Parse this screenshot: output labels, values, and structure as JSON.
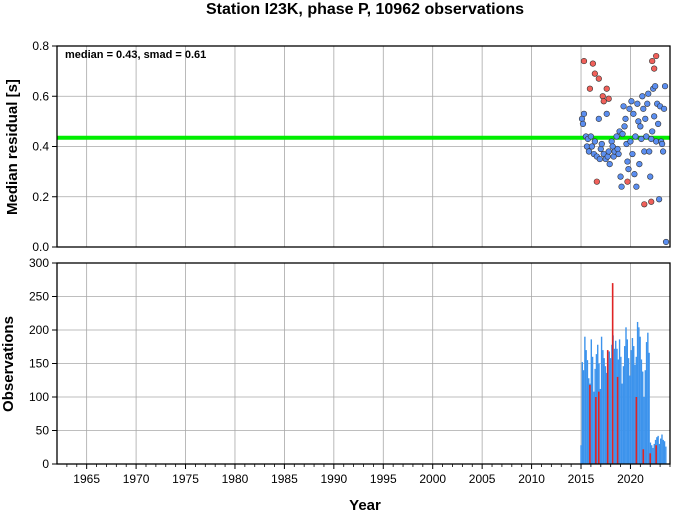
{
  "chart_data": [
    {
      "type": "scatter",
      "title": "Station I23K, phase P, 10962 observations",
      "ylabel": "Median residual [s]",
      "xlim": [
        1962,
        2024
      ],
      "ylim": [
        0.0,
        0.8
      ],
      "yticks": [
        "0.0",
        "0.2",
        "0.4",
        "0.6",
        "0.8"
      ],
      "grid": true,
      "annotation": "median = 0.43, smad = 0.61",
      "median_line": 0.435,
      "colors": {
        "normal": "#5b8ef0",
        "outlier": "#f0605a",
        "median": "#00ee00"
      },
      "series": [
        {
          "kind": "normal",
          "points": [
            [
              2015.1,
              0.51
            ],
            [
              2015.2,
              0.49
            ],
            [
              2015.3,
              0.53
            ],
            [
              2015.5,
              0.44
            ],
            [
              2015.6,
              0.4
            ],
            [
              2015.7,
              0.43
            ],
            [
              2015.8,
              0.38
            ],
            [
              2016.0,
              0.44
            ],
            [
              2016.1,
              0.4
            ],
            [
              2016.3,
              0.37
            ],
            [
              2016.4,
              0.42
            ],
            [
              2016.6,
              0.36
            ],
            [
              2016.8,
              0.51
            ],
            [
              2016.9,
              0.35
            ],
            [
              2017.0,
              0.39
            ],
            [
              2017.1,
              0.41
            ],
            [
              2017.3,
              0.37
            ],
            [
              2017.5,
              0.35
            ],
            [
              2017.6,
              0.53
            ],
            [
              2017.7,
              0.36
            ],
            [
              2017.8,
              0.38
            ],
            [
              2017.9,
              0.33
            ],
            [
              2018.1,
              0.42
            ],
            [
              2018.2,
              0.4
            ],
            [
              2018.3,
              0.36
            ],
            [
              2018.4,
              0.38
            ],
            [
              2018.6,
              0.44
            ],
            [
              2018.7,
              0.39
            ],
            [
              2018.8,
              0.37
            ],
            [
              2018.9,
              0.46
            ],
            [
              2019.0,
              0.28
            ],
            [
              2019.1,
              0.24
            ],
            [
              2019.2,
              0.45
            ],
            [
              2019.3,
              0.56
            ],
            [
              2019.4,
              0.48
            ],
            [
              2019.5,
              0.51
            ],
            [
              2019.6,
              0.41
            ],
            [
              2019.7,
              0.34
            ],
            [
              2019.8,
              0.31
            ],
            [
              2019.9,
              0.55
            ],
            [
              2020.0,
              0.42
            ],
            [
              2020.1,
              0.58
            ],
            [
              2020.2,
              0.37
            ],
            [
              2020.3,
              0.53
            ],
            [
              2020.4,
              0.29
            ],
            [
              2020.5,
              0.44
            ],
            [
              2020.6,
              0.24
            ],
            [
              2020.7,
              0.57
            ],
            [
              2020.8,
              0.5
            ],
            [
              2020.9,
              0.33
            ],
            [
              2021.0,
              0.48
            ],
            [
              2021.1,
              0.43
            ],
            [
              2021.2,
              0.6
            ],
            [
              2021.3,
              0.55
            ],
            [
              2021.4,
              0.38
            ],
            [
              2021.5,
              0.51
            ],
            [
              2021.6,
              0.44
            ],
            [
              2021.7,
              0.57
            ],
            [
              2021.8,
              0.61
            ],
            [
              2021.9,
              0.38
            ],
            [
              2022.0,
              0.28
            ],
            [
              2022.1,
              0.43
            ],
            [
              2022.2,
              0.46
            ],
            [
              2022.3,
              0.63
            ],
            [
              2022.4,
              0.52
            ],
            [
              2022.5,
              0.64
            ],
            [
              2022.6,
              0.42
            ],
            [
              2022.7,
              0.57
            ],
            [
              2022.8,
              0.49
            ],
            [
              2022.9,
              0.19
            ],
            [
              2023.0,
              0.56
            ],
            [
              2023.1,
              0.42
            ],
            [
              2023.2,
              0.41
            ],
            [
              2023.3,
              0.38
            ],
            [
              2023.4,
              0.55
            ],
            [
              2023.5,
              0.64
            ],
            [
              2023.6,
              0.02
            ]
          ]
        },
        {
          "kind": "outlier",
          "points": [
            [
              2015.3,
              0.74
            ],
            [
              2015.9,
              0.63
            ],
            [
              2016.2,
              0.73
            ],
            [
              2016.4,
              0.69
            ],
            [
              2016.6,
              0.26
            ],
            [
              2016.8,
              0.67
            ],
            [
              2017.2,
              0.6
            ],
            [
              2017.3,
              0.58
            ],
            [
              2017.6,
              0.63
            ],
            [
              2017.8,
              0.59
            ],
            [
              2019.7,
              0.26
            ],
            [
              2021.4,
              0.17
            ],
            [
              2022.1,
              0.18
            ],
            [
              2022.2,
              0.74
            ],
            [
              2022.4,
              0.71
            ],
            [
              2022.6,
              0.76
            ]
          ]
        }
      ]
    },
    {
      "type": "bar",
      "xlabel": "Year",
      "ylabel": "Observations",
      "xlim": [
        1962,
        2024
      ],
      "ylim": [
        0,
        300
      ],
      "yticks": [
        "0",
        "50",
        "100",
        "150",
        "200",
        "250",
        "300"
      ],
      "xticks": [
        "1965",
        "1970",
        "1975",
        "1980",
        "1985",
        "1990",
        "1995",
        "2000",
        "2005",
        "2010",
        "2015",
        "2020"
      ],
      "grid": true,
      "colors": {
        "bars": "#3c93ec",
        "outlier_bars": "#e02424"
      },
      "bars": {
        "x": [
          2015.0,
          2015.13,
          2015.26,
          2015.39,
          2015.52,
          2015.65,
          2015.78,
          2015.91,
          2016.04,
          2016.17,
          2016.3,
          2016.43,
          2016.56,
          2016.69,
          2016.82,
          2016.95,
          2017.08,
          2017.21,
          2017.34,
          2017.47,
          2017.6,
          2017.73,
          2017.86,
          2017.99,
          2018.12,
          2018.25,
          2018.38,
          2018.51,
          2018.64,
          2018.77,
          2018.9,
          2019.03,
          2019.16,
          2019.29,
          2019.42,
          2019.55,
          2019.68,
          2019.81,
          2019.94,
          2020.07,
          2020.2,
          2020.33,
          2020.46,
          2020.59,
          2020.72,
          2020.85,
          2020.98,
          2021.11,
          2021.24,
          2021.37,
          2021.5,
          2021.63,
          2021.76,
          2021.89,
          2022.02,
          2022.15,
          2022.28,
          2022.41,
          2022.54,
          2022.67,
          2022.8,
          2022.93,
          2023.06,
          2023.19,
          2023.32,
          2023.45,
          2023.58
        ],
        "values": [
          28,
          152,
          140,
          190,
          170,
          155,
          128,
          120,
          186,
          160,
          108,
          142,
          164,
          178,
          150,
          112,
          190,
          170,
          158,
          146,
          136,
          150,
          168,
          158,
          178,
          192,
          172,
          184,
          172,
          156,
          186,
          160,
          120,
          146,
          176,
          204,
          186,
          158,
          132,
          170,
          188,
          176,
          148,
          160,
          212,
          204,
          190,
          156,
          138,
          100,
          140,
          182,
          196,
          166,
          32,
          28,
          24,
          30,
          36,
          40,
          42,
          30,
          38,
          44,
          36,
          34,
          26
        ]
      },
      "outlier_bars": {
        "x": [
          2015.9,
          2016.5,
          2016.8,
          2017.7,
          2018.2,
          2018.7,
          2020.6,
          2021.3,
          2022.0,
          2022.6
        ],
        "values": [
          118,
          100,
          108,
          170,
          270,
          130,
          100,
          22,
          16,
          28
        ]
      }
    }
  ]
}
